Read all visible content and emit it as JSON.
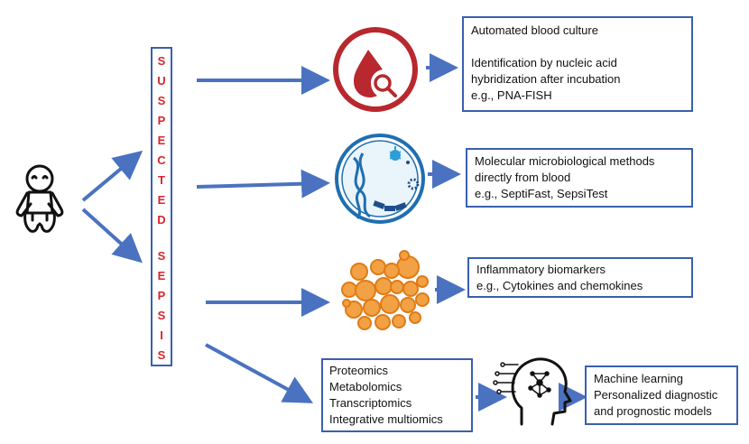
{
  "sepsis_label": {
    "letters": [
      "S",
      "U",
      "S",
      "P",
      "E",
      "C",
      "T",
      "E",
      "D",
      "S",
      "E",
      "P",
      "S",
      "I",
      "S"
    ]
  },
  "boxes": {
    "culture": {
      "line1": "Automated blood culture",
      "line2": "Identification by nucleic acid",
      "line3": "hybridization after incubation",
      "line4": "e.g.,  PNA-FISH"
    },
    "molecular": {
      "line1": "Molecular microbiological methods",
      "line2": "directly from blood",
      "line3": "e.g., SeptiFast, SepsiTest"
    },
    "biomarkers": {
      "line1": "Inflammatory biomarkers",
      "line2": "e.g., Cytokines and chemokines"
    },
    "omics": {
      "line1": "Proteomics",
      "line2": "Metabolomics",
      "line3": "Transcriptomics",
      "line4": "Integrative multiomics"
    },
    "ml": {
      "line1": "Machine learning",
      "line2": "Personalized diagnostic",
      "line3": "and prognostic models"
    }
  },
  "colors": {
    "arrow": "#4a72c0",
    "box_border": "#3a5fae",
    "sepsis_text": "#d7262c",
    "blood_red": "#b8282e",
    "petri_blue": "#2c7fb8",
    "cell_orange": "#e8892b"
  },
  "icons": [
    "baby-icon",
    "blood-drop-search-icon",
    "petri-dish-dna-icon",
    "cells-cluster-icon",
    "ai-brain-head-icon"
  ]
}
